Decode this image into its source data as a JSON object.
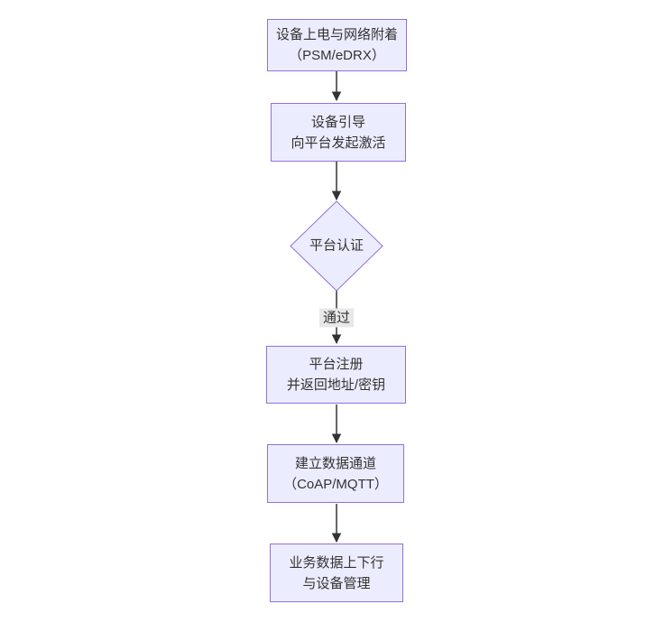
{
  "diagram": {
    "type": "flowchart",
    "direction": "top-to-bottom",
    "colors": {
      "background": "#ffffff",
      "node_fill": "#ECECFF",
      "node_border": "#9370DB",
      "edge": "#333333",
      "text": "#333333",
      "edge_label_bg": "#e8e8e8"
    },
    "nodes": [
      {
        "id": "power-attach",
        "shape": "rect",
        "lines": [
          "设备上电与网络附着",
          "（PSM/eDRX）"
        ]
      },
      {
        "id": "bootstrap",
        "shape": "rect",
        "lines": [
          "设备引导",
          "向平台发起激活"
        ]
      },
      {
        "id": "platform-auth",
        "shape": "diamond",
        "lines": [
          "平台认证"
        ]
      },
      {
        "id": "register",
        "shape": "rect",
        "lines": [
          "平台注册",
          "并返回地址/密钥"
        ]
      },
      {
        "id": "data-channel",
        "shape": "rect",
        "lines": [
          "建立数据通道",
          "（CoAP/MQTT）"
        ]
      },
      {
        "id": "business",
        "shape": "rect",
        "lines": [
          "业务数据上下行",
          "与设备管理"
        ]
      }
    ],
    "edges": [
      {
        "from": "power-attach",
        "to": "bootstrap",
        "label": ""
      },
      {
        "from": "bootstrap",
        "to": "platform-auth",
        "label": ""
      },
      {
        "from": "platform-auth",
        "to": "register",
        "label": "通过"
      },
      {
        "from": "register",
        "to": "data-channel",
        "label": ""
      },
      {
        "from": "data-channel",
        "to": "business",
        "label": ""
      }
    ]
  }
}
